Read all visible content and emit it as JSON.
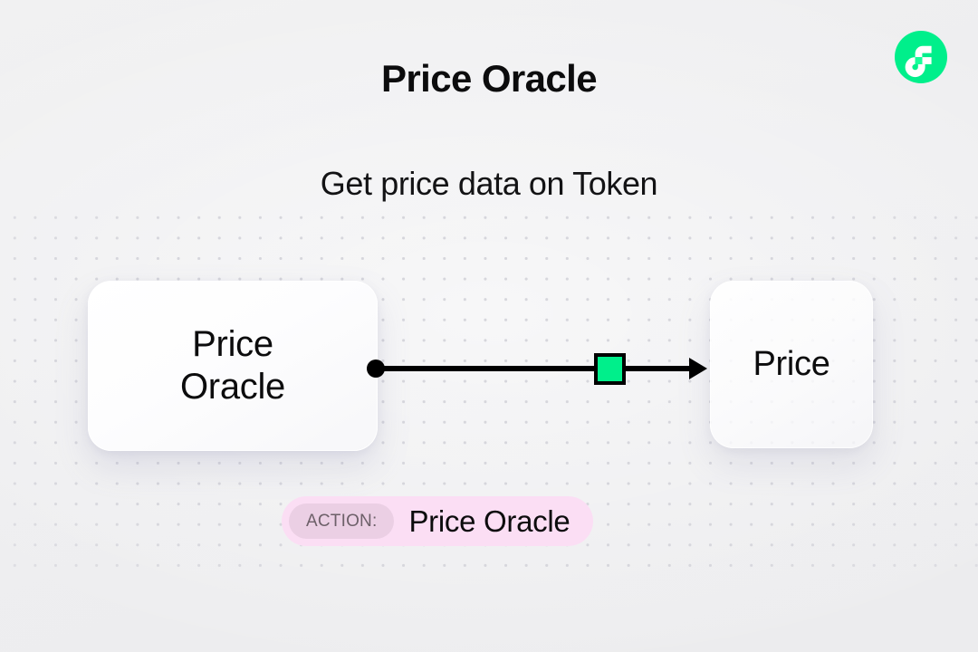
{
  "page": {
    "title": "Price Oracle",
    "subtitle": "Get price data on Token",
    "background_color": "#efeff0"
  },
  "logo": {
    "name": "flow-logo",
    "brand_color": "#00ef8b",
    "accent_color": "#16ff99",
    "mark_color": "#ffffff"
  },
  "diagram": {
    "source_node": {
      "label_line1": "Price",
      "label_line2": "Oracle"
    },
    "target_node": {
      "label": "Price"
    },
    "connector": {
      "start_handle": "dot",
      "end_handle": "arrow",
      "marker_color": "#00ef8b",
      "line_color": "#000000"
    }
  },
  "action_badge": {
    "chip_label": "ACTION:",
    "value": "Price Oracle",
    "badge_color": "#fbdef4",
    "chip_color": "#ebcfe4",
    "chip_text_color": "#6d6069"
  }
}
